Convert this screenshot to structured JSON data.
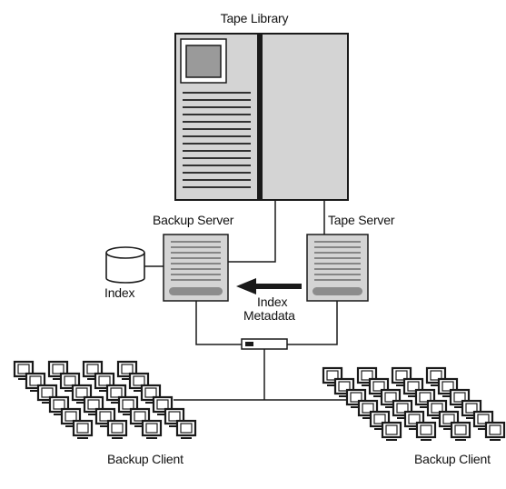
{
  "labels": {
    "tape_library": "Tape Library",
    "backup_server": "Backup Server",
    "tape_server": "Tape Server",
    "index": "Index",
    "arrow_line1": "Index",
    "arrow_line2": "Metadata",
    "client_left": "Backup Client",
    "client_right": "Backup Client"
  },
  "colors": {
    "line": "#1a1a1a",
    "fill_gray": "#d4d4d4",
    "bar_gray": "#8c8c8c"
  }
}
